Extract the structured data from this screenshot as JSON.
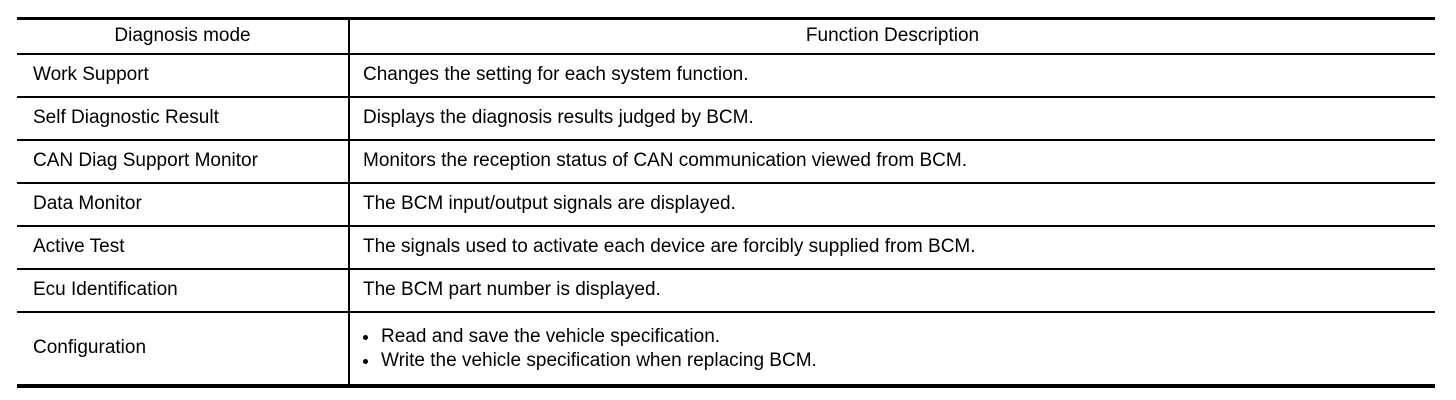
{
  "table": {
    "headers": {
      "mode": "Diagnosis mode",
      "description": "Function Description"
    },
    "rows": [
      {
        "mode": "Work Support",
        "description": "Changes the setting for each system function."
      },
      {
        "mode": "Self Diagnostic Result",
        "description": "Displays the diagnosis results judged by BCM."
      },
      {
        "mode": "CAN Diag Support Monitor",
        "description": "Monitors the reception status of CAN communication viewed from BCM."
      },
      {
        "mode": "Data Monitor",
        "description": "The BCM input/output signals are displayed."
      },
      {
        "mode": "Active Test",
        "description": "The signals used to activate each device are forcibly supplied from BCM."
      },
      {
        "mode": "Ecu Identification",
        "description": "The BCM part number is displayed."
      },
      {
        "mode": "Configuration",
        "bullets": [
          "Read and save the vehicle specification.",
          "Write the vehicle specification when replacing BCM."
        ]
      }
    ],
    "colors": {
      "border": "#000000",
      "text": "#000000",
      "background": "#ffffff"
    }
  }
}
